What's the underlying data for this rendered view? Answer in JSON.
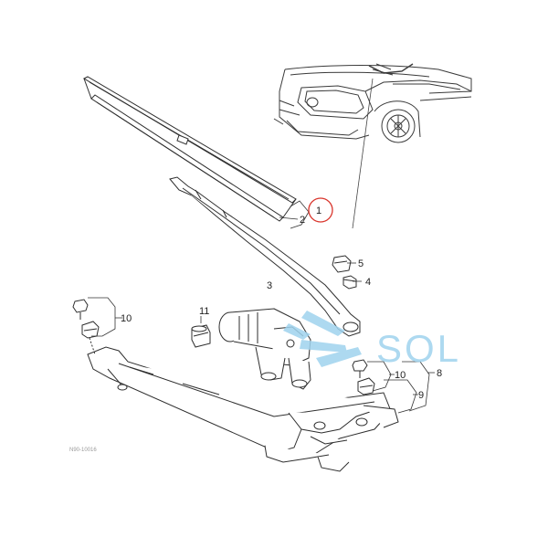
{
  "diagram": {
    "callouts": {
      "c1": "1",
      "c2": "2",
      "c3": "3",
      "c4": "4",
      "c5": "5",
      "c8": "8",
      "c9": "9",
      "c10a": "10",
      "c10b": "10",
      "c11": "11"
    },
    "highlight_color": "#d9342b",
    "figure_code": "N90-10016"
  },
  "watermark": {
    "text": "SOL",
    "color": "#9fd3ee"
  }
}
